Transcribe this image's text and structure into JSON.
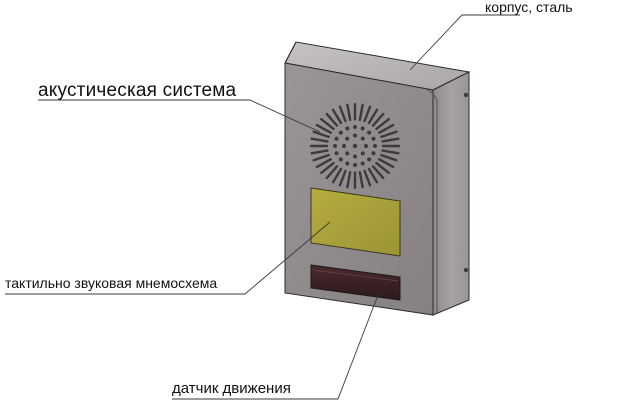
{
  "labels": {
    "body": "корпус, сталь",
    "acoustic": "акустическая система",
    "tactile": "тактильно звуковая мнемосхема",
    "motion": "датчик движения"
  },
  "colors": {
    "front_panel": "#8f8a8c",
    "side_panel": "#a09b9d",
    "top_panel": "#b9b5b6",
    "edge": "#2b2b2b",
    "screen_yellow": "#a8a13a",
    "sensor_dark": "#3a2224",
    "leader_line": "#3a3a3a"
  }
}
